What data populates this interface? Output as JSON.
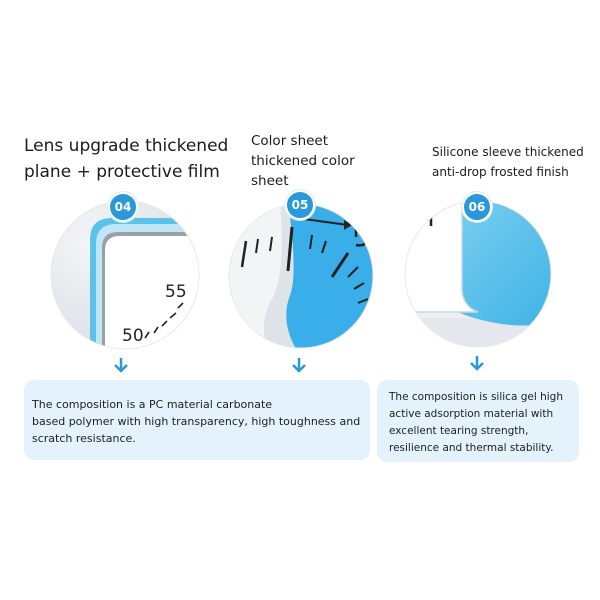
{
  "features": [
    {
      "number": "04",
      "title": "Lens upgrade thickened\nplane + protective film",
      "dial_labels": [
        "55",
        "50"
      ]
    },
    {
      "number": "05",
      "title": "Color sheet\nthickened color\nsheet"
    },
    {
      "number": "06",
      "title": "Silicone sleeve thickened\nanti-drop frosted finish"
    }
  ],
  "descriptions": [
    "The composition is a PC material carbonate\nbased polymer with high transparency, high toughness and\n scratch resistance.",
    "The composition is silica gel high\n active adsorption material with\nexcellent tearing strength,\nresilience and thermal stability."
  ],
  "colors": {
    "accent_blue": "#2b98d9",
    "sleeve_blue": "#5bc2ea",
    "panel_bg": "#e3f2fb"
  },
  "icons": [
    "down-arrow-icon"
  ]
}
